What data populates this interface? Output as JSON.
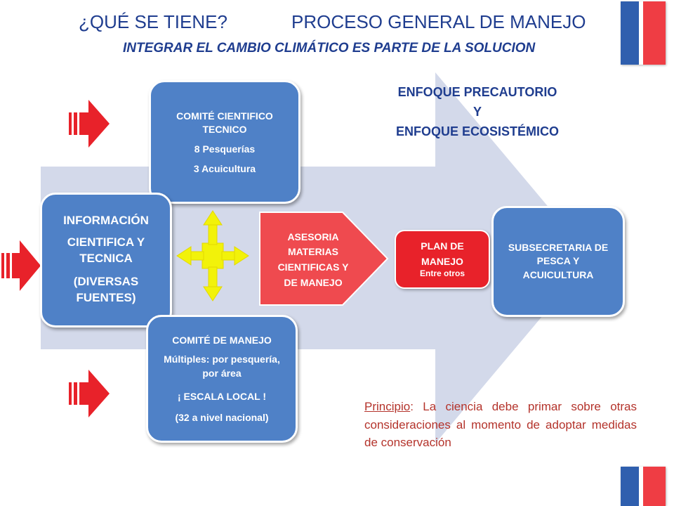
{
  "header": {
    "title_left": "¿QUÉ SE TIENE?",
    "title_right": "PROCESO GENERAL DE MANEJO",
    "subtitle": "INTEGRAR EL CAMBIO CLIMÁTICO ES PARTE DE LA SOLUCION"
  },
  "nodes": {
    "comite_cientifico": {
      "title": "COMITÉ CIENTIFICO TECNICO",
      "line1": "8 Pesquerías",
      "line2": "3 Acuicultura"
    },
    "informacion": {
      "line1": "INFORMACIÓN",
      "line2": "CIENTIFICA Y TECNICA",
      "line3": "(DIVERSAS FUENTES)"
    },
    "comite_manejo": {
      "title": "COMITÉ DE MANEJO",
      "line1": "Múltiples: por pesquería, por área",
      "line2": "¡ ESCALA LOCAL !",
      "line3": "(32 a nivel nacional)"
    },
    "asesoria": {
      "line1": "ASESORIA",
      "line2": "MATERIAS",
      "line3": "CIENTIFICAS Y",
      "line4": "DE MANEJO"
    },
    "plan": {
      "line1": "PLAN DE",
      "line2": "MANEJO",
      "line3": "Entre otros"
    },
    "subsecretaria": {
      "label": "SUBSECRETARIA DE PESCA Y ACUICULTURA"
    }
  },
  "enfoque": {
    "line1": "ENFOQUE PRECAUTORIO",
    "line2": "Y",
    "line3": "ENFOQUE ECOSISTÉMICO"
  },
  "principio": {
    "label": "Principio",
    "text": ": La ciencia debe primar sobre otras consideraciones al momento de adoptar medidas de conservación"
  },
  "colors": {
    "title_blue": "#1f3d8f",
    "box_blue": "#4f81c7",
    "accent_red": "#e8222a",
    "background_arrow": "#d3d9ea",
    "cross_yellow": "#f2f20a"
  },
  "icons": {
    "left_arrows": "red-block-arrow-right",
    "center_cross": "four-way-arrow",
    "flag": "chile-flag-square"
  }
}
